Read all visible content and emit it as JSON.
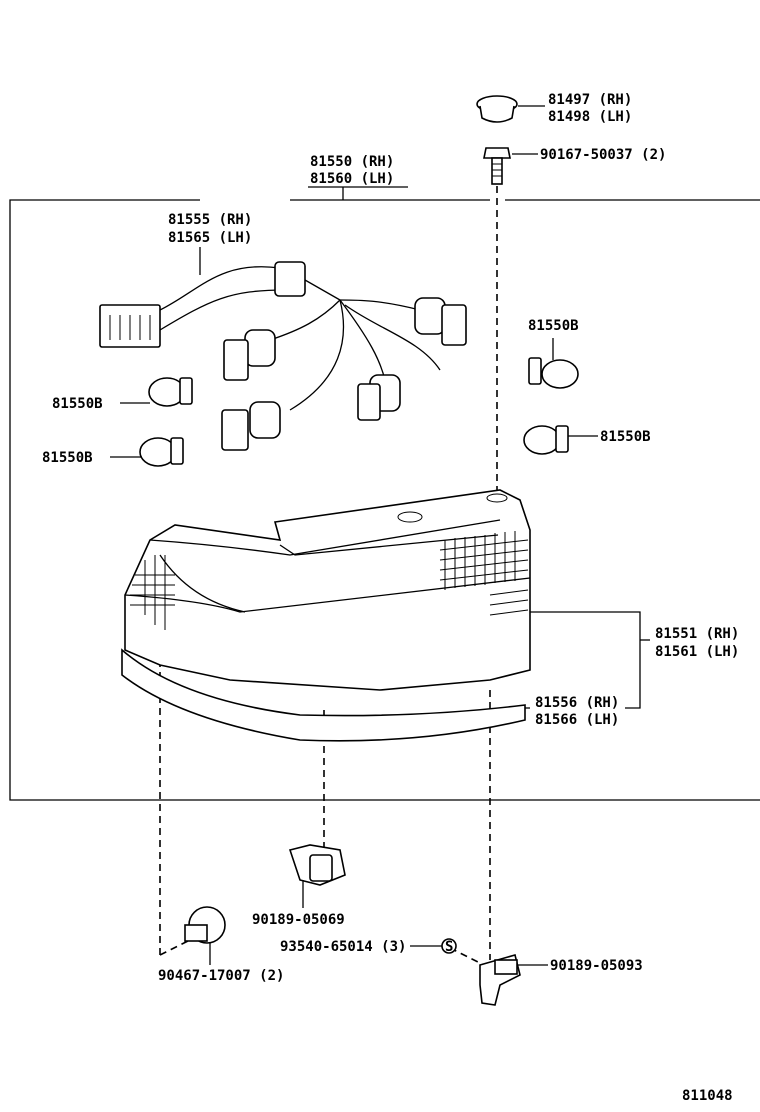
{
  "labels": {
    "cover_rh": "81497 (RH)",
    "cover_lh": "81498 (LH)",
    "screw": "90167-50037 (2)",
    "assy_rh": "81550 (RH)",
    "assy_lh": "81560 (LH)",
    "socket_rh": "81555 (RH)",
    "socket_lh": "81565 (LH)",
    "bulb_a": "81550B",
    "bulb_b": "81550B",
    "bulb_c": "81550B",
    "bulb_d": "81550B",
    "lens_rh": "81551 (RH)",
    "lens_lh": "81561 (LH)",
    "garnish_rh": "81556 (RH)",
    "garnish_lh": "81566 (LH)",
    "clip_1": "90189-05069",
    "nut": "93540-65014 (3)",
    "clip_2": "90189-05093",
    "retainer": "90467-17007 (2)",
    "diagram_id": "811048"
  }
}
